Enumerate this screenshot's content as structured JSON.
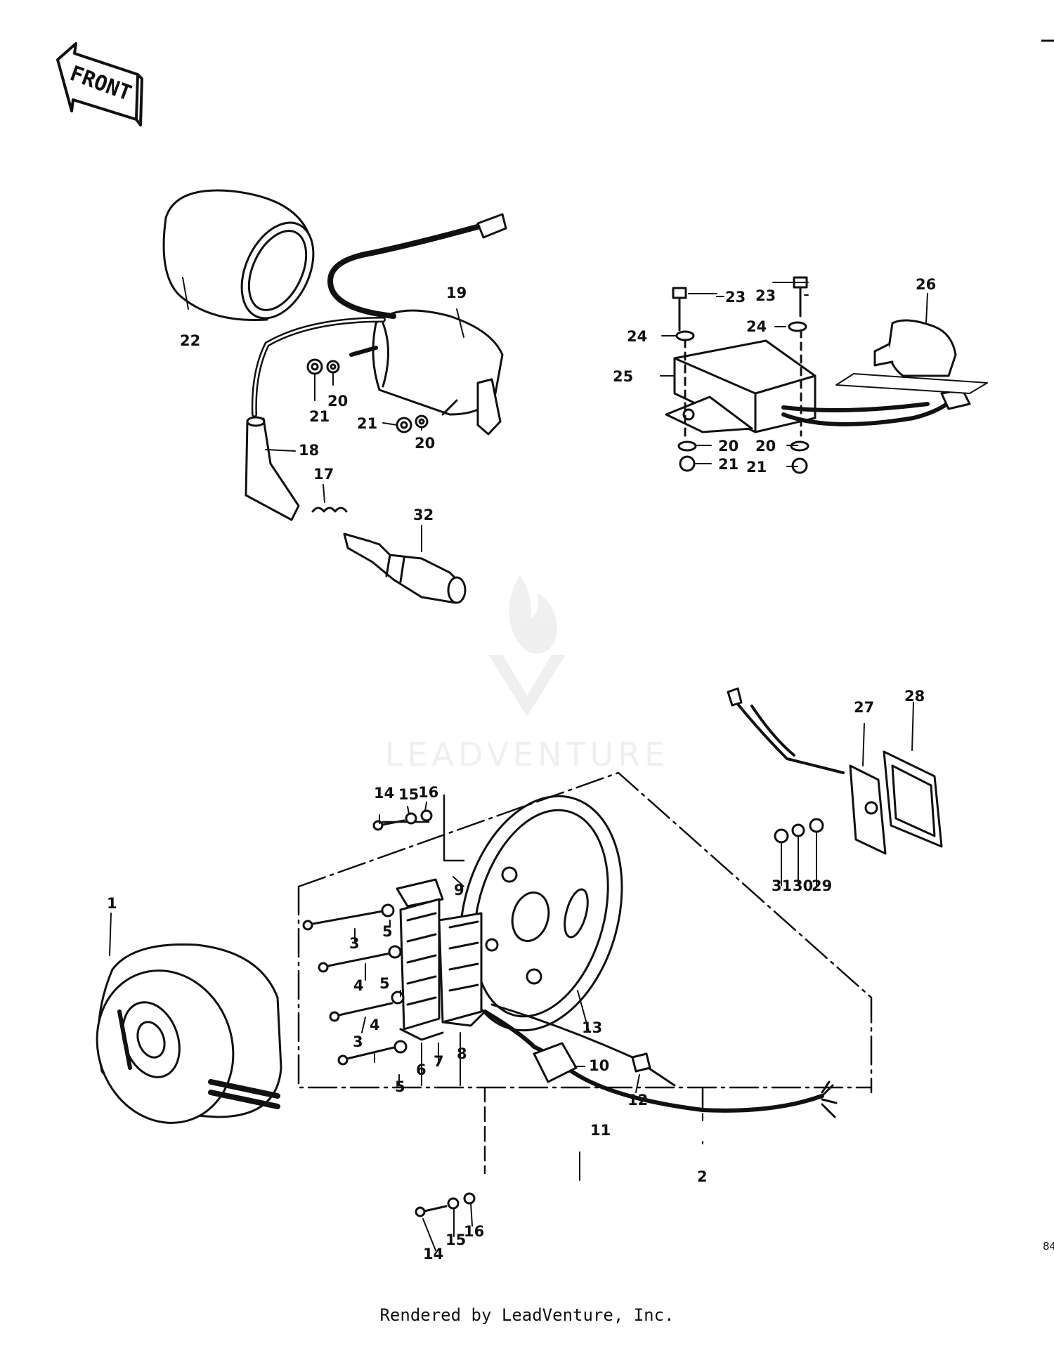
{
  "footer_text": "Rendered by LeadVenture, Inc.",
  "watermark_text": "LEADVENTURE",
  "front_arrow_text": "FRONT",
  "page_ref_fragment": "84",
  "part_labels": {
    "l1": "1",
    "l2": "2",
    "l3a": "3",
    "l3b": "3",
    "l4a": "4",
    "l4b": "4",
    "l5a": "5",
    "l5b": "5",
    "l5c": "5",
    "l6": "6",
    "l7": "7",
    "l8": "8",
    "l9": "9",
    "l10": "10",
    "l11": "11",
    "l12": "12",
    "l13": "13",
    "l14a": "14",
    "l14b": "14",
    "l15a": "15",
    "l15b": "15",
    "l16a": "16",
    "l16b": "16",
    "l17": "17",
    "l18": "18",
    "l19": "19",
    "l20a": "20",
    "l20b": "20",
    "l20c": "20",
    "l20d": "20",
    "l21a": "21",
    "l21b": "21",
    "l21c": "21",
    "l21d": "21",
    "l22": "22",
    "l23a": "23",
    "l23b": "23",
    "l24a": "24",
    "l24b": "24",
    "l25": "25",
    "l26": "26",
    "l27": "27",
    "l28": "28",
    "l29": "29",
    "l30": "30",
    "l31": "31",
    "l32": "32"
  }
}
